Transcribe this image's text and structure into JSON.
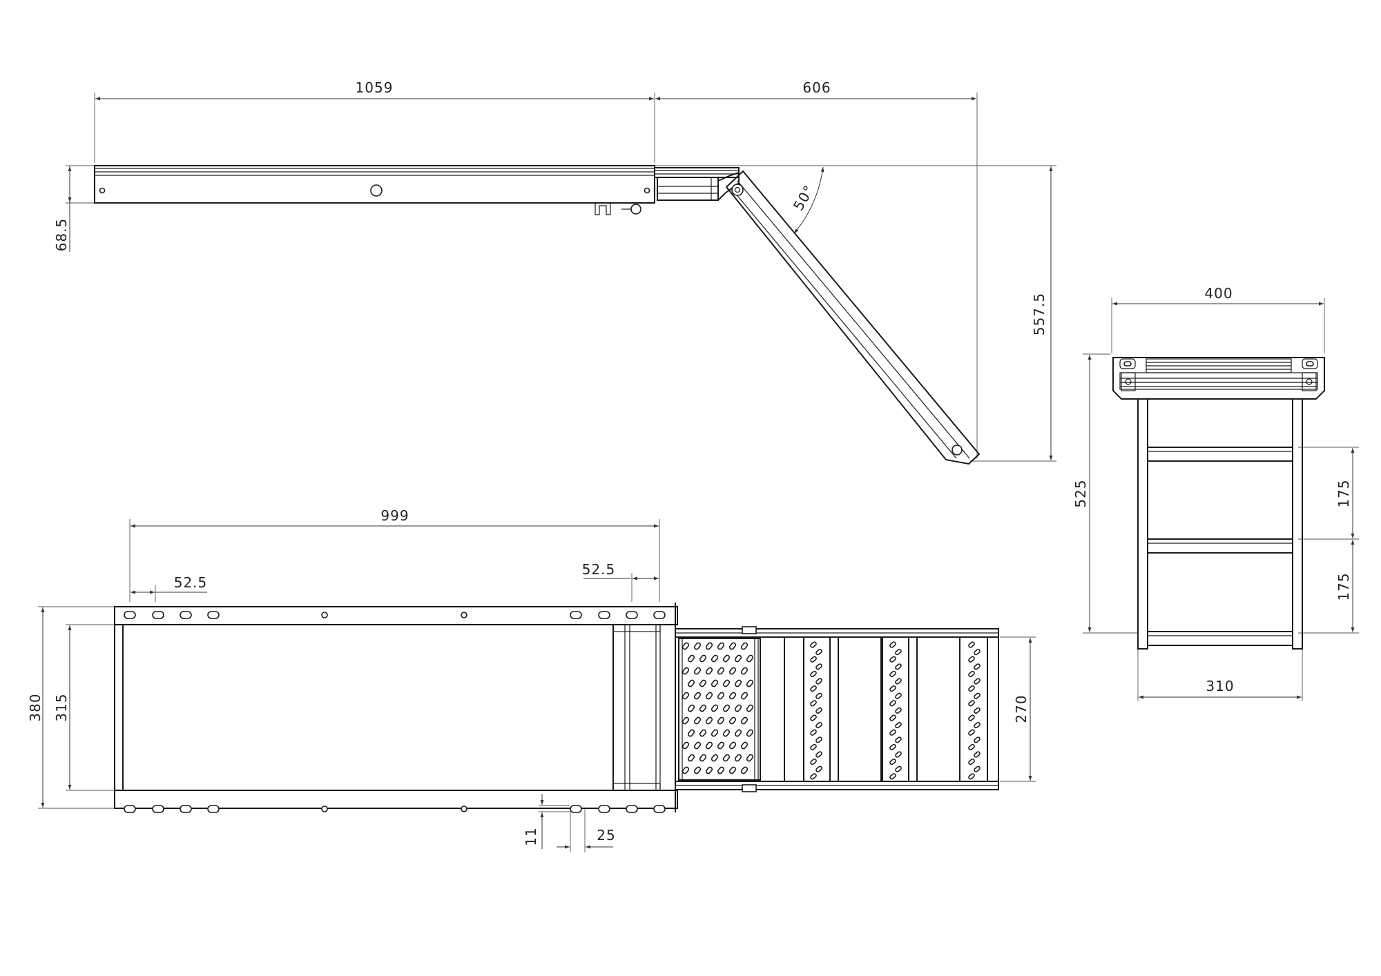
{
  "dimensions": {
    "side_length": "1059",
    "side_extension": "606",
    "side_height": "68.5",
    "angle": "50°",
    "side_drop": "557.5",
    "plan_length": "999",
    "plan_hole_pitch_left": "52.5",
    "plan_hole_pitch_right": "52.5",
    "plan_outer_width": "380",
    "plan_inner_width": "315",
    "plan_step_width": "270",
    "plan_slot_height": "11",
    "plan_slot_length": "25",
    "end_top_width": "400",
    "end_height": "525",
    "end_step_spacing_1": "175",
    "end_step_spacing_2": "175",
    "end_bottom_width": "310"
  }
}
